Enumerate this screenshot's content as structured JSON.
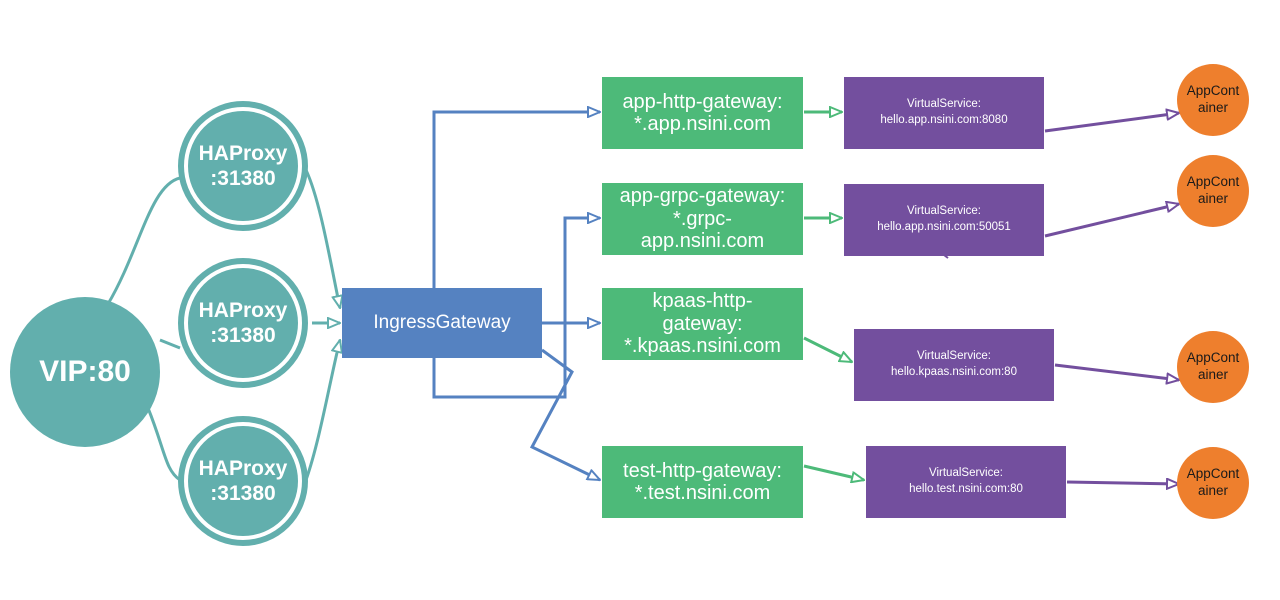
{
  "vip": {
    "label": "VIP:80"
  },
  "haproxies": [
    {
      "label": "HAProxy\n:31380"
    },
    {
      "label": "HAProxy\n:31380"
    },
    {
      "label": "HAProxy\n:31380"
    }
  ],
  "ingress": {
    "label": "IngressGateway"
  },
  "gateways": [
    {
      "label": "app-http-gateway:\n*.app.nsini.com"
    },
    {
      "label": "app-grpc-gateway:\n*.grpc-\napp.nsini.com"
    },
    {
      "label": "kpaas-http-\ngateway:\n*.kpaas.nsini.com"
    },
    {
      "label": "test-http-gateway:\n*.test.nsini.com"
    }
  ],
  "virtual_services": [
    {
      "label": "VirtualService:\nhello.app.nsini.com:8080"
    },
    {
      "label": "VirtualService:\nhello.app.nsini.com:50051"
    },
    {
      "label": "VirtualService:\nhello.kpaas.nsini.com:80"
    },
    {
      "label": "VirtualService:\nhello.test.nsini.com:80"
    }
  ],
  "containers": [
    {
      "label": "AppContainer"
    },
    {
      "label": "AppContainer"
    },
    {
      "label": "AppContainer"
    },
    {
      "label": "AppContainer"
    }
  ],
  "colors": {
    "teal": "#62afad",
    "blue": "#5582c1",
    "green": "#4dba79",
    "purple": "#734f9e",
    "orange": "#ee7f2d"
  }
}
